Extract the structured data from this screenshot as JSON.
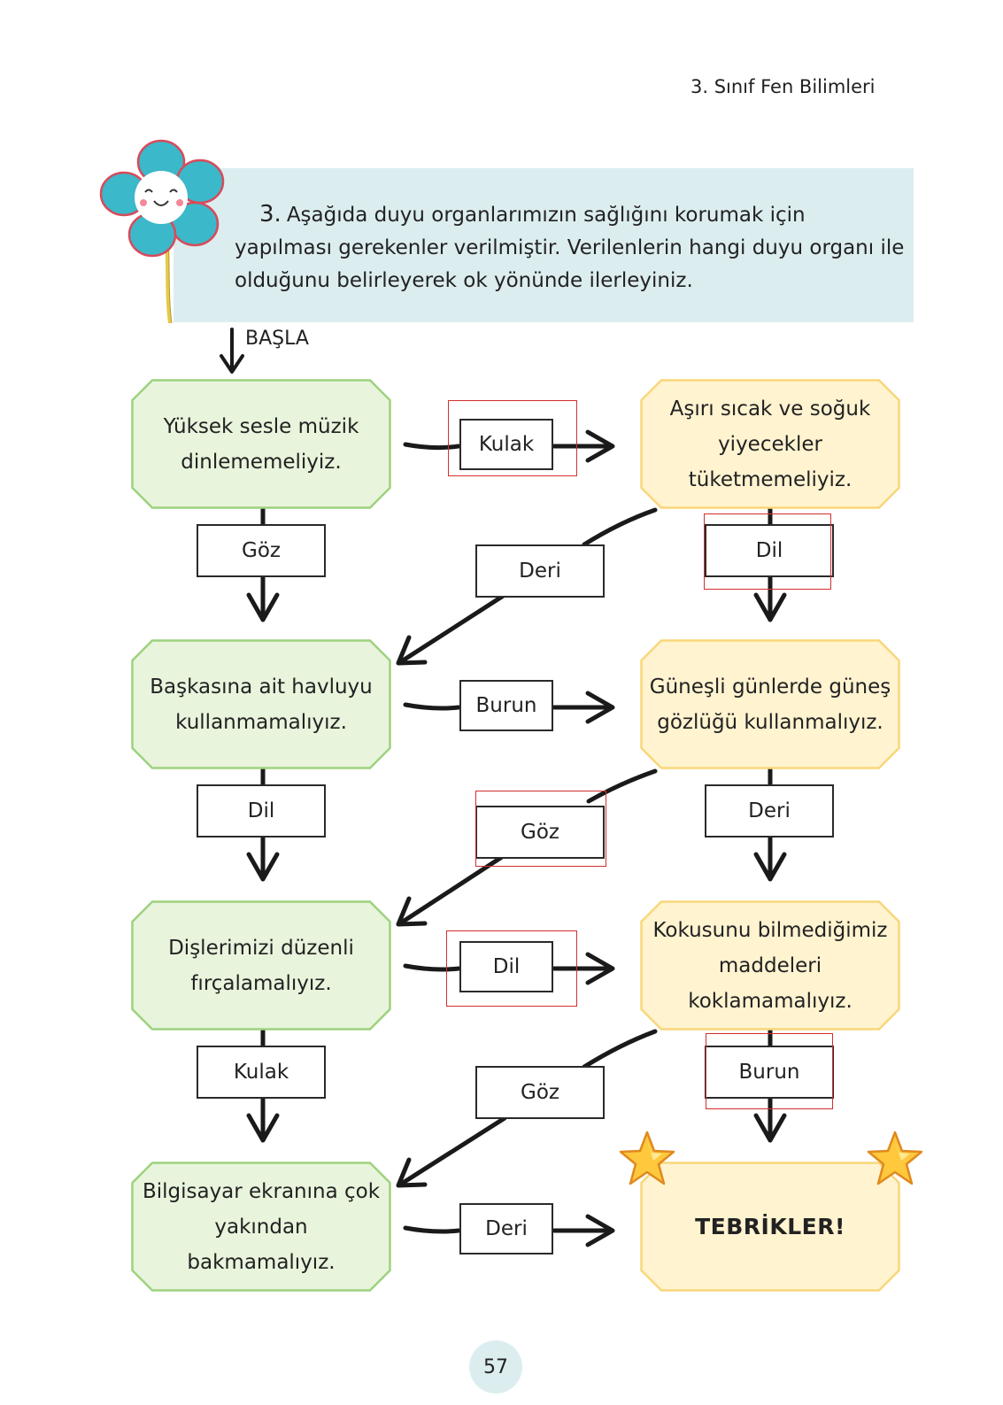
{
  "header": {
    "title": "3. Sınıf Fen Bilimleri"
  },
  "instruction": {
    "number": "3.",
    "text": "Aşağıda duyu organlarımızın sağlığını korumak için yapılması gerekenler verilmiştir. Verilenlerin hangi duyu organı ile olduğunu belirleyerek ok yönünde ilerleyiniz."
  },
  "start_label": "BAŞLA",
  "nodes": {
    "n1": "Yüksek sesle müzik dinlememeliyiz.",
    "n2": "Aşırı sıcak ve soğuk yiyecekler tüketmemeliyiz.",
    "n3": "Başkasına ait havluyu kullanmamalıyız.",
    "n4": "Güneşli günlerde güneş gözlüğü kullanmalıyız.",
    "n5": "Dişlerimizi düzenli fırçalamalıyız.",
    "n6": "Kokusunu bilmediğimiz maddeleri koklamamalıyız.",
    "n7": "Bilgisayar ekranına çok yakından bakmamalıyız.",
    "final": "TEBRİKLER!"
  },
  "labels": {
    "r1_right": "Kulak",
    "r1_down_left": "Göz",
    "r1_diag": "Deri",
    "r1_down_right": "Dil",
    "r2_right": "Burun",
    "r2_down_left": "Dil",
    "r2_diag": "Göz",
    "r2_down_right": "Deri",
    "r3_right": "Dil",
    "r3_down_left": "Kulak",
    "r3_diag": "Göz",
    "r3_down_right": "Burun",
    "r4_right": "Deri"
  },
  "page_number": "57",
  "colors": {
    "green_fill": "#e8f4dc",
    "green_stroke": "#9dd27e",
    "yellow_fill": "#fff3d0",
    "yellow_stroke": "#f8d77a",
    "answer_box": "#d32f2f",
    "instruction_bg": "#dcedf0"
  }
}
